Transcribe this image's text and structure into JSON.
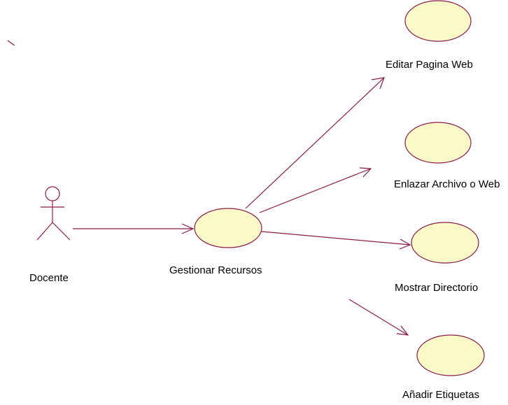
{
  "colors": {
    "line": "#8b1a4a",
    "ellipse_fill": "#fafac8",
    "ellipse_stroke": "#8b1a4a",
    "text": "#000000"
  },
  "actor": {
    "name": "Docente"
  },
  "use_cases": {
    "main": "Gestionar Recursos",
    "editar": "Editar Pagina Web",
    "enlazar": "Enlazar Archivo o Web",
    "mostrar": "Mostrar Directorio",
    "anadir": "Añadir Etiquetas"
  }
}
